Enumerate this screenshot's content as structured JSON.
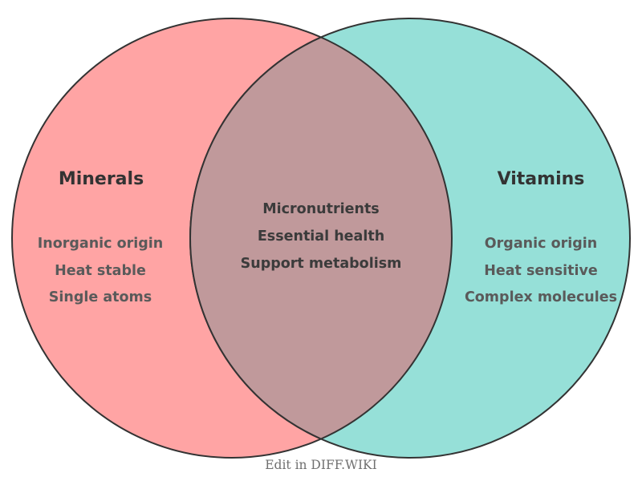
{
  "diagram": {
    "left_set": {
      "title": "Minerals",
      "items": [
        "Inorganic origin",
        "Heat stable",
        "Single atoms"
      ],
      "fill_color": "#FFA4A4"
    },
    "right_set": {
      "title": "Vitamins",
      "items": [
        "Organic origin",
        "Heat sensitive",
        "Complex molecules"
      ],
      "fill_color": "#96E0D8"
    },
    "intersection": {
      "items": [
        "Micronutrients",
        "Essential health",
        "Support metabolism"
      ],
      "fill_color": "#C0999B"
    },
    "outline_color": "#333333",
    "footer": {
      "label": "Edit in DIFF.WIKI"
    }
  }
}
